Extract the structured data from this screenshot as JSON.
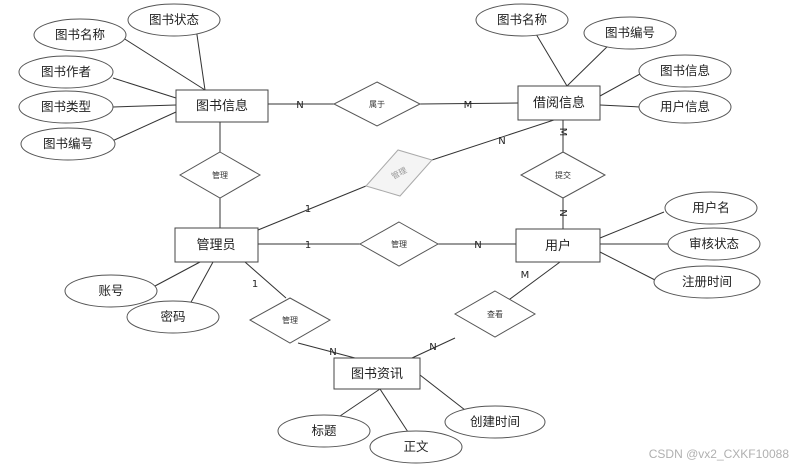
{
  "entities": {
    "book_info": "图书信息",
    "borrow_info": "借阅信息",
    "admin": "管理员",
    "user": "用户",
    "book_news": "图书资讯"
  },
  "relationships": {
    "belongs": "属于",
    "manage_book": "管理",
    "manage_borrow": "管理",
    "manage_user": "管理",
    "manage_news": "管理",
    "submit": "提交",
    "view": "查看"
  },
  "attributes": {
    "book_name": "图书名称",
    "book_status": "图书状态",
    "book_author": "图书作者",
    "book_type": "图书类型",
    "book_no": "图书编号",
    "borrow_book_name": "图书名称",
    "borrow_book_no": "图书编号",
    "borrow_book_info": "图书信息",
    "borrow_user_info": "用户信息",
    "username": "用户名",
    "audit_status": "审核状态",
    "reg_time": "注册时间",
    "account": "账号",
    "password": "密码",
    "title": "标题",
    "body": "正文",
    "created_time": "创建时间"
  },
  "cardinalities": {
    "belongs_book": "N",
    "belongs_borrow": "M",
    "borrow_submit": "M",
    "submit_user": "N",
    "admin_manage_borrow": "1",
    "manage_borrow_borrow": "N",
    "admin_manage_user": "1",
    "manage_user_user": "N",
    "admin_manage_news": "1",
    "manage_news_news": "N",
    "news_view": "N",
    "view_user": "M"
  },
  "watermark": "CSDN @vx2_CXKF10088"
}
